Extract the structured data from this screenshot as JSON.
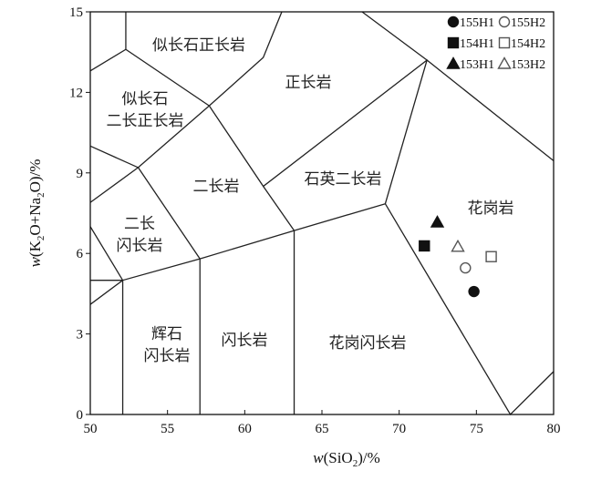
{
  "chart_data": {
    "type": "scatter",
    "title": "",
    "xlabel": {
      "prefix": "w",
      "text1": "(SiO",
      "sub": "2",
      "text2": ")/%"
    },
    "ylabel": {
      "prefix": "w",
      "text1": "(K",
      "sub1": "2",
      "text2": "O+Na",
      "sub2": "2",
      "text3": "O)/%"
    },
    "xlim": [
      50,
      80
    ],
    "ylim": [
      0,
      15
    ],
    "xticks": [
      "50",
      "55",
      "60",
      "65",
      "70",
      "75",
      "80"
    ],
    "yticks": [
      "0",
      "3",
      "6",
      "9",
      "12",
      "15"
    ],
    "boundaries": [
      [
        [
          52.3,
          15
        ],
        [
          52.3,
          13.6
        ]
      ],
      [
        [
          50,
          12.8
        ],
        [
          52.3,
          13.6
        ],
        [
          57.7,
          11.5
        ]
      ],
      [
        [
          62.4,
          15
        ],
        [
          61.2,
          13.3
        ],
        [
          57.7,
          11.5
        ]
      ],
      [
        [
          57.7,
          11.5
        ],
        [
          53.1,
          9.2
        ],
        [
          50,
          10.0
        ]
      ],
      [
        [
          57.7,
          11.5
        ],
        [
          61.2,
          8.5
        ],
        [
          71.8,
          13.2
        ],
        [
          67.6,
          15
        ]
      ],
      [
        [
          53.1,
          9.2
        ],
        [
          50,
          7.9
        ]
      ],
      [
        [
          53.1,
          9.2
        ],
        [
          57.1,
          5.8
        ]
      ],
      [
        [
          50,
          7.0
        ],
        [
          52.1,
          5.0
        ]
      ],
      [
        [
          50,
          5.0
        ],
        [
          52.1,
          5.0
        ]
      ],
      [
        [
          50,
          4.1
        ],
        [
          52.1,
          5.0
        ],
        [
          57.1,
          5.8
        ],
        [
          63.2,
          6.85
        ],
        [
          69.1,
          7.85
        ],
        [
          71.8,
          13.2
        ],
        [
          80,
          9.45
        ]
      ],
      [
        [
          61.2,
          8.5
        ],
        [
          63.2,
          6.85
        ]
      ],
      [
        [
          52.1,
          5.0
        ],
        [
          52.1,
          0
        ]
      ],
      [
        [
          57.1,
          5.8
        ],
        [
          57.1,
          0
        ]
      ],
      [
        [
          63.2,
          6.85
        ],
        [
          63.2,
          0
        ]
      ],
      [
        [
          69.1,
          7.85
        ],
        [
          77.2,
          0
        ],
        [
          80,
          1.6
        ]
      ]
    ],
    "regions": [
      {
        "lines": [
          "似长石正长岩"
        ]
      },
      {
        "lines": [
          "正长岩"
        ]
      },
      {
        "lines": [
          "似长石",
          "二长正长岩"
        ]
      },
      {
        "lines": [
          "二长岩"
        ]
      },
      {
        "lines": [
          "石英二长岩"
        ]
      },
      {
        "lines": [
          "花岗岩"
        ]
      },
      {
        "lines": [
          "二长",
          "闪长岩"
        ]
      },
      {
        "lines": [
          "辉石",
          "闪长岩"
        ]
      },
      {
        "lines": [
          "闪长岩"
        ]
      },
      {
        "lines": [
          "花岗闪长岩"
        ]
      }
    ],
    "series": [
      {
        "name": "155H1",
        "marker": "circle",
        "filled": true,
        "x": 74.84,
        "y": 4.58
      },
      {
        "name": "155H2",
        "marker": "circle",
        "filled": false,
        "x": 74.29,
        "y": 5.46
      },
      {
        "name": "154H1",
        "marker": "square",
        "filled": true,
        "x": 71.63,
        "y": 6.28
      },
      {
        "name": "154H2",
        "marker": "square",
        "filled": false,
        "x": 75.96,
        "y": 5.88
      },
      {
        "name": "153H1",
        "marker": "triangle",
        "filled": true,
        "x": 72.47,
        "y": 7.16
      },
      {
        "name": "153H2",
        "marker": "triangle",
        "filled": false,
        "x": 73.8,
        "y": 6.25
      }
    ],
    "legend": {
      "placement": "top-right"
    },
    "colors": {
      "line": "#222222",
      "marker": "#111111",
      "open_marker": "#555555"
    }
  }
}
